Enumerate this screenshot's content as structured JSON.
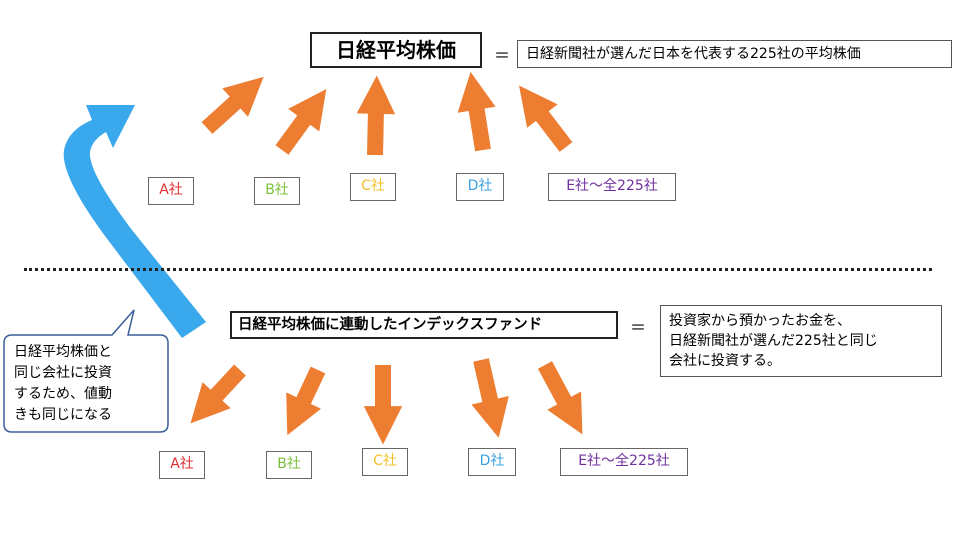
{
  "top": {
    "title": "日経平均株価",
    "equals": "＝",
    "definition": "日経新聞社が選んだ日本を代表する225社の平均株価",
    "companies": [
      {
        "label": "A社",
        "color": "#e03030"
      },
      {
        "label": "B社",
        "color": "#7cbf3c"
      },
      {
        "label": "C社",
        "color": "#f2c028"
      },
      {
        "label": "D社",
        "color": "#3aa0e0"
      },
      {
        "label": "E社～全225社",
        "color": "#7030a0"
      }
    ]
  },
  "bottom": {
    "title": "日経平均株価に連動したインデックスファンド",
    "equals": "＝",
    "definition_lines": [
      "投資家から預かったお金を、",
      "日経新聞社が選んだ225社と同じ",
      "会社に投資する。"
    ],
    "companies": [
      {
        "label": "A社",
        "color": "#e03030"
      },
      {
        "label": "B社",
        "color": "#7cbf3c"
      },
      {
        "label": "C社",
        "color": "#f2c028"
      },
      {
        "label": "D社",
        "color": "#3aa0e0"
      },
      {
        "label": "E社～全225社",
        "color": "#7030a0"
      }
    ]
  },
  "callout": {
    "lines": [
      "日経平均株価と",
      "同じ会社に投資",
      "するため、値動",
      "きも同じになる"
    ]
  },
  "colors": {
    "orange_arrow": "#ec7d31",
    "blue_arrow": "#3aa8ec",
    "callout_border": "#3a5f9a"
  }
}
